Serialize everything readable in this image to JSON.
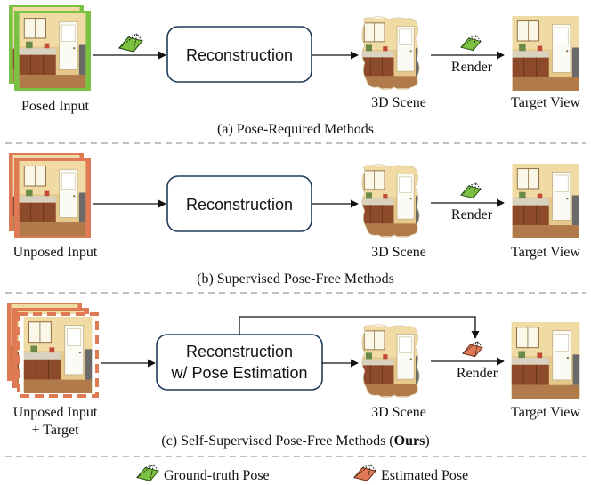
{
  "colors": {
    "green": "#7bc142",
    "orange": "#e07a55",
    "box_stroke": "#1f3b57",
    "divider": "#9a9a9a"
  },
  "panels": [
    {
      "input_label": "Posed Input",
      "box_label_line1": "Reconstruction",
      "box_label_line2": "",
      "scene_label": "3D Scene",
      "render_label": "Render",
      "target_label": "Target View",
      "caption": "(a) Pose-Required Methods"
    },
    {
      "input_label": "Unposed Input",
      "box_label_line1": "Reconstruction",
      "box_label_line2": "",
      "scene_label": "3D Scene",
      "render_label": "Render",
      "target_label": "Target View",
      "caption": "(b) Supervised Pose-Free Methods"
    },
    {
      "input_label_line1": "Unposed Input",
      "input_label_line2": "+ Target",
      "box_label_line1": "Reconstruction",
      "box_label_line2": "w/ Pose Estimation",
      "scene_label": "3D Scene",
      "render_label": "Render",
      "target_label": "Target View",
      "caption_prefix": "(c) Self-Supervised Pose-Free Methods (",
      "caption_bold": "Ours",
      "caption_suffix": ")"
    }
  ],
  "legend": {
    "gt_label": "Ground-truth Pose",
    "est_label": "Estimated Pose"
  }
}
